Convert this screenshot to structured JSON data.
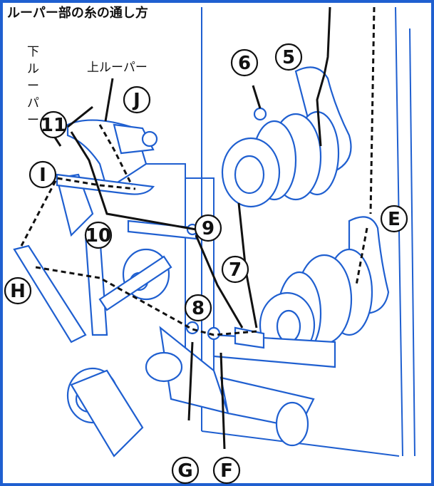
{
  "title": "ルーパー部の糸の通し方",
  "labels": {
    "lower_looper": "下ルーパー",
    "upper_looper": "上ルーパー"
  },
  "callouts": [
    {
      "id": "c5",
      "text": "5"
    },
    {
      "id": "c6",
      "text": "6"
    },
    {
      "id": "c7",
      "text": "7"
    },
    {
      "id": "c8",
      "text": "8"
    },
    {
      "id": "c9",
      "text": "9"
    },
    {
      "id": "c10",
      "text": "10"
    },
    {
      "id": "c11",
      "text": "11"
    },
    {
      "id": "cE",
      "text": "E"
    },
    {
      "id": "cF",
      "text": "F"
    },
    {
      "id": "cG",
      "text": "G"
    },
    {
      "id": "cH",
      "text": "H"
    },
    {
      "id": "cI",
      "text": "I"
    },
    {
      "id": "cJ",
      "text": "J"
    }
  ],
  "colors": {
    "border": "#1f5fd0",
    "line": "#1f5fd0",
    "thread": "#111111"
  }
}
